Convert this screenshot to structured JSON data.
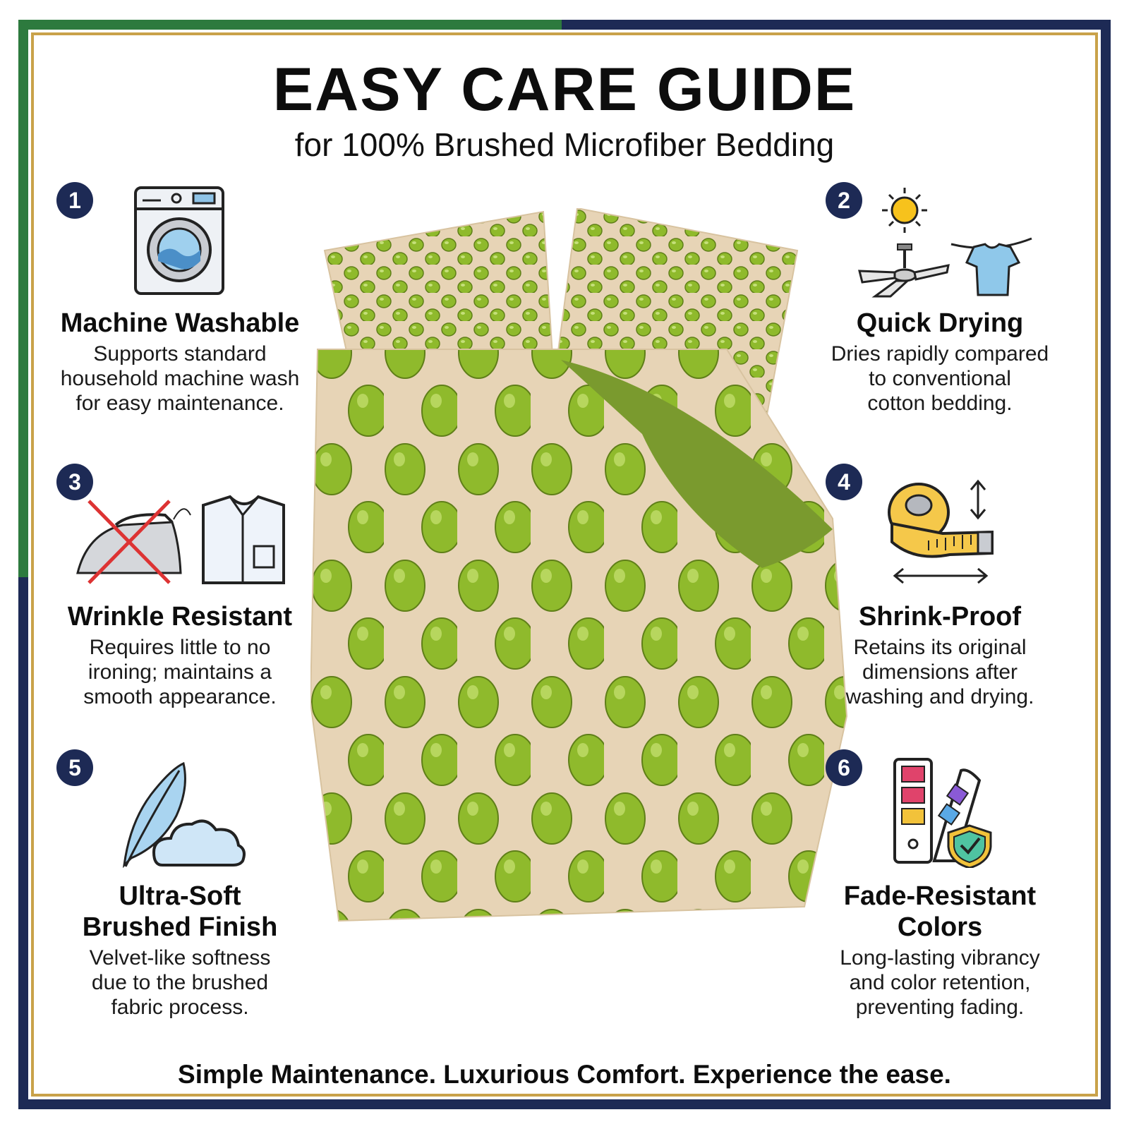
{
  "header": {
    "title": "EASY CARE GUIDE",
    "subtitle": "for 100% Brushed Microfiber Bedding"
  },
  "features": [
    {
      "number": "1",
      "title": "Machine Washable",
      "desc_lines": [
        "Supports standard",
        "household machine wash",
        "for easy maintenance."
      ],
      "icon": "washing-machine-icon"
    },
    {
      "number": "2",
      "title": "Quick Drying",
      "desc_lines": [
        "Dries rapidly compared",
        "to conventional",
        "cotton bedding."
      ],
      "icon": "sun-fan-shirt-icon"
    },
    {
      "number": "3",
      "title": "Wrinkle Resistant",
      "desc_lines": [
        "Requires little to no",
        "ironing; maintains a",
        "smooth appearance."
      ],
      "icon": "no-iron-shirt-icon"
    },
    {
      "number": "4",
      "title": "Shrink-Proof",
      "desc_lines": [
        "Retains its original",
        "dimensions after",
        "washing and drying."
      ],
      "icon": "measuring-tape-icon"
    },
    {
      "number": "5",
      "title_lines": [
        "Ultra-Soft",
        "Brushed Finish"
      ],
      "desc_lines": [
        "Velvet-like softness",
        "due to the brushed",
        "fabric process."
      ],
      "icon": "feather-cloud-icon"
    },
    {
      "number": "6",
      "title_lines": [
        "Fade-Resistant",
        "Colors"
      ],
      "desc_lines": [
        "Long-lasting vibrancy",
        "and color retention,",
        "preventing fading."
      ],
      "icon": "color-swatch-shield-icon"
    }
  ],
  "tagline": "Simple Maintenance. Luxurious Comfort. Experience the ease.",
  "colors": {
    "navy": "#1d2a55",
    "green_accent": "#2d7a3e",
    "gold": "#c9a24a",
    "fabric_beige": "#e7d4b6",
    "dot_green": "#8fba2c",
    "reverse_green": "#7a9a2e"
  }
}
